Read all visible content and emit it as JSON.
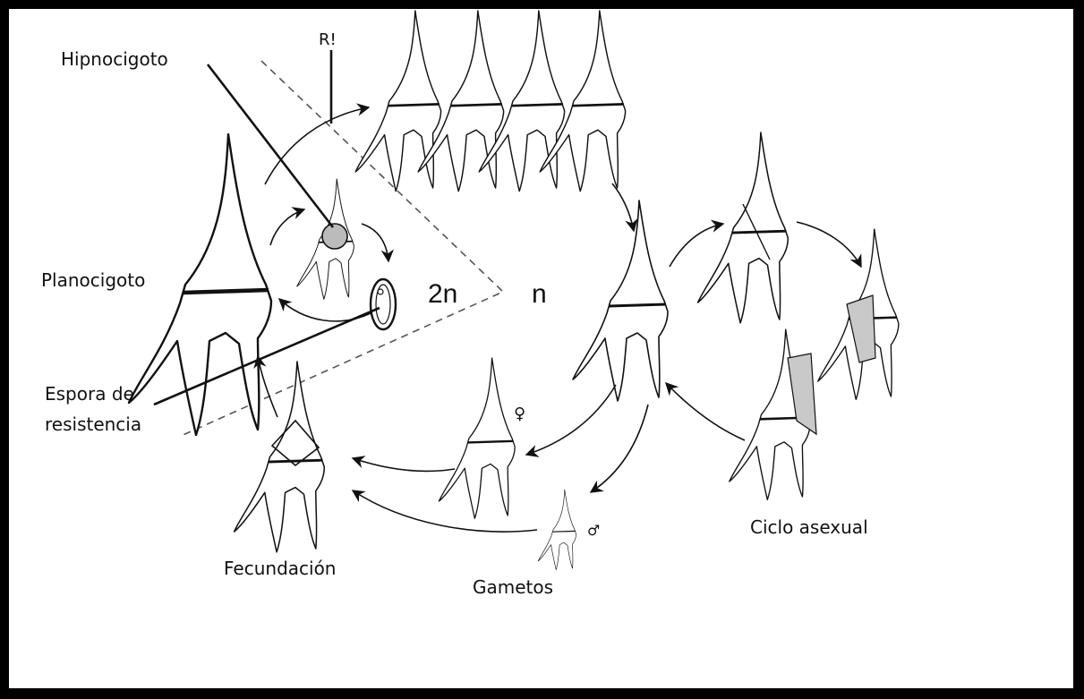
{
  "diagram": {
    "labels": {
      "hipnocigoto": "Hipnocigoto",
      "r": "R!",
      "planocigoto": "Planocigoto",
      "espora_line1": "Espora de",
      "espora_line2": "resistencia",
      "fecundacion": "Fecundación",
      "gametos": "Gametos",
      "ciclo_asexual": "Ciclo asexual",
      "diploid": "2n",
      "haploid": "n",
      "female": "♀",
      "male": "♂"
    }
  }
}
